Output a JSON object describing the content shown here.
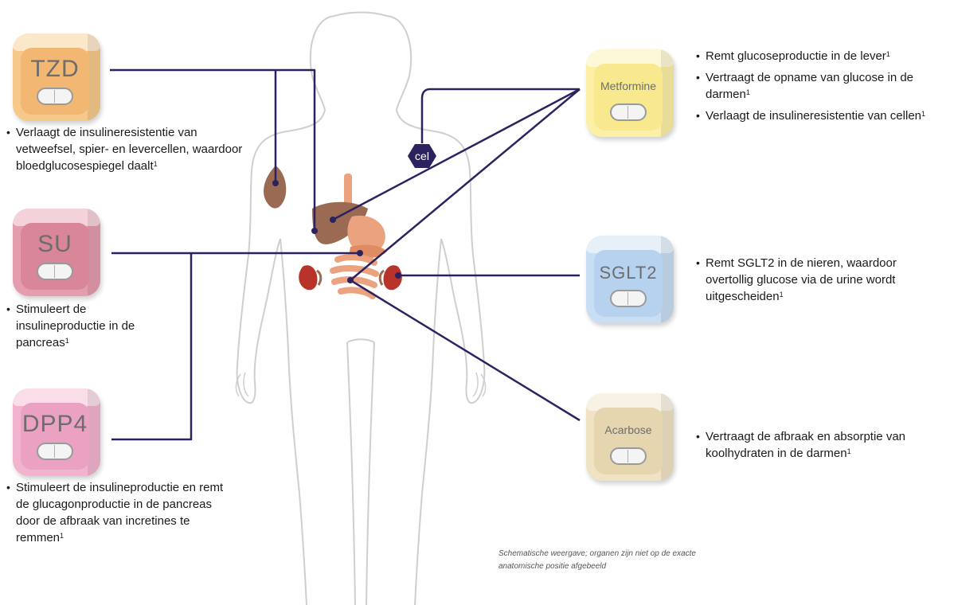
{
  "colors": {
    "line": "#2d2260",
    "body_outline": "#cfcfcf",
    "liver": "#9a6a52",
    "stomach": "#eaa37e",
    "kidney": "#b9332a",
    "cel": "#2d2260"
  },
  "drugs": [
    {
      "id": "tzd",
      "label": "TZD",
      "color": "#f6c98a",
      "color_front": "#f3b774",
      "bullets": [
        {
          "text": "Verlaagt de insulineresistentie van vetweefsel, spier- en levercellen, waardoor bloedglucosespiegel daalt",
          "sup": "1"
        }
      ]
    },
    {
      "id": "su",
      "label": "SU",
      "color": "#e49cae",
      "color_front": "#d9869a",
      "bullets": [
        {
          "text": "Stimuleert de insulineproductie in de pancreas",
          "sup": "1"
        }
      ]
    },
    {
      "id": "dpp4",
      "label": "DPP4",
      "color": "#f2b3cf",
      "color_front": "#eaa1c2",
      "bullets": [
        {
          "text": "Stimuleert de insulineproductie en remt de glucagonproductie in de pancreas door de afbraak van incretines te remmen",
          "sup": "1"
        }
      ]
    },
    {
      "id": "metformine",
      "label": "Metformine",
      "color": "#fbf0a6",
      "color_front": "#f8e98f",
      "bullets": [
        {
          "text": "Remt glucoseproductie in de lever",
          "sup": "1"
        },
        {
          "text": "Vertraagt de opname van glucose in de darmen",
          "sup": "1"
        },
        {
          "text": "Verlaagt de insulineresistentie van cellen",
          "sup": "1"
        }
      ]
    },
    {
      "id": "sglt2",
      "label": "SGLT2",
      "color": "#c9def2",
      "color_front": "#b7d2ee",
      "bullets": [
        {
          "text": "Remt SGLT2 in de nieren, waardoor overtollig glucose via de urine wordt uitgescheiden",
          "sup": "1"
        }
      ]
    },
    {
      "id": "acarbose",
      "label": "Acarbose",
      "color": "#efe3c4",
      "color_front": "#e6d6b0",
      "bullets": [
        {
          "text": "Vertraagt de afbraak en absorptie van koolhydraten in de darmen",
          "sup": "1"
        }
      ]
    }
  ],
  "cel_label": "cel",
  "note": "Schematische weergave; organen zijn niet op de exacte anatomische positie afgebeeld"
}
